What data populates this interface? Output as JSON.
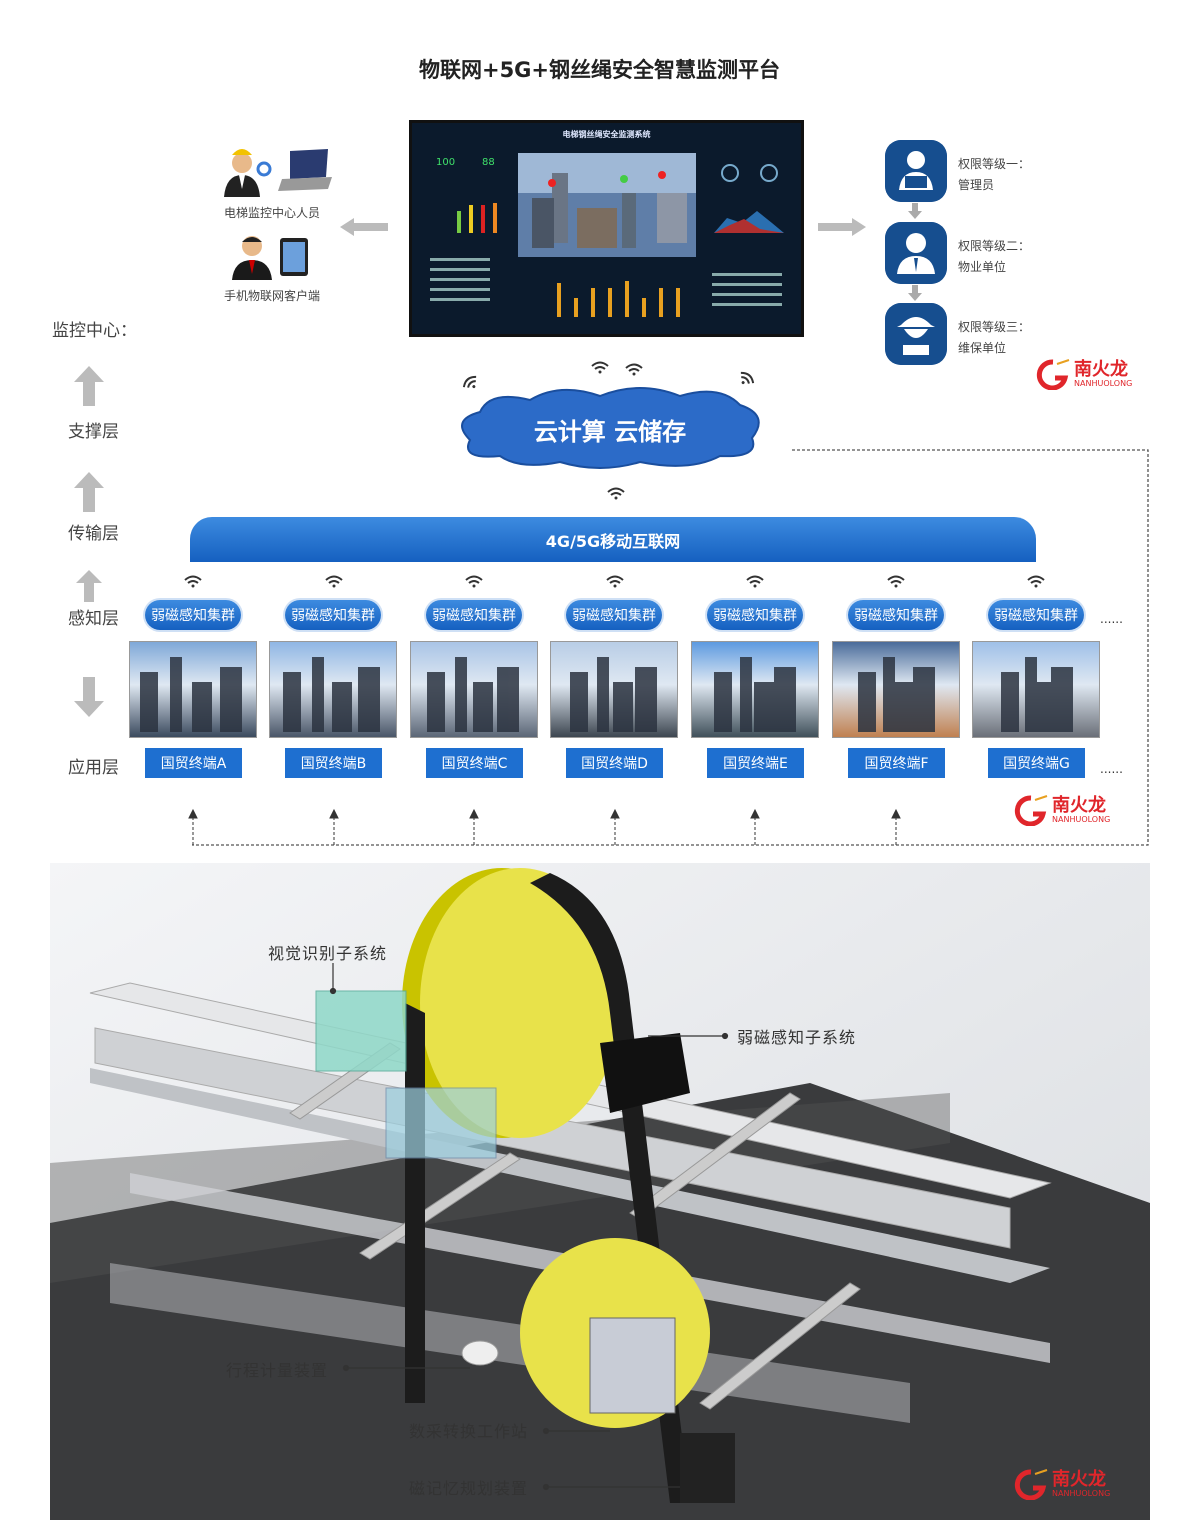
{
  "title": "物联网+5G+钢丝绳安全智慧监测平台",
  "monitor": {
    "title": "电梯钢丝绳安全监测系统",
    "stat1": "100",
    "stat2": "88"
  },
  "clients": [
    {
      "label": "电梯监控中心人员"
    },
    {
      "label": "手机物联网客户端"
    }
  ],
  "roles": [
    {
      "level": "权限等级一：",
      "name": "管理员"
    },
    {
      "level": "权限等级二：",
      "name": "物业单位"
    },
    {
      "level": "权限等级三：",
      "name": "维保单位"
    }
  ],
  "layers": {
    "monitor": "监控中心：",
    "support": "支撑层",
    "transport": "传输层",
    "sense": "感知层",
    "app": "应用层"
  },
  "cloud": "云计算  云储存",
  "network": "4G/5G移动互联网",
  "clusters": [
    "弱磁感知集群",
    "弱磁感知集群",
    "弱磁感知集群",
    "弱磁感知集群",
    "弱磁感知集群",
    "弱磁感知集群",
    "弱磁感知集群"
  ],
  "terminals": [
    "国贸终端A",
    "国贸终端B",
    "国贸终端C",
    "国贸终端D",
    "国贸终端E",
    "国贸终端F",
    "国贸终端G"
  ],
  "ellipsis": "......",
  "logo": {
    "cn": "南火龙",
    "en": "NANHUOLONG"
  },
  "device": {
    "visual": "视觉识别子系统",
    "weak": "弱磁感知子系统",
    "travel": "行程计量装置",
    "daq": "数采转换工作站",
    "memory": "磁记忆规划装置"
  },
  "colors": {
    "accent": "#1e6fd0",
    "role": "#164e8f",
    "brand": "#e0262b"
  }
}
